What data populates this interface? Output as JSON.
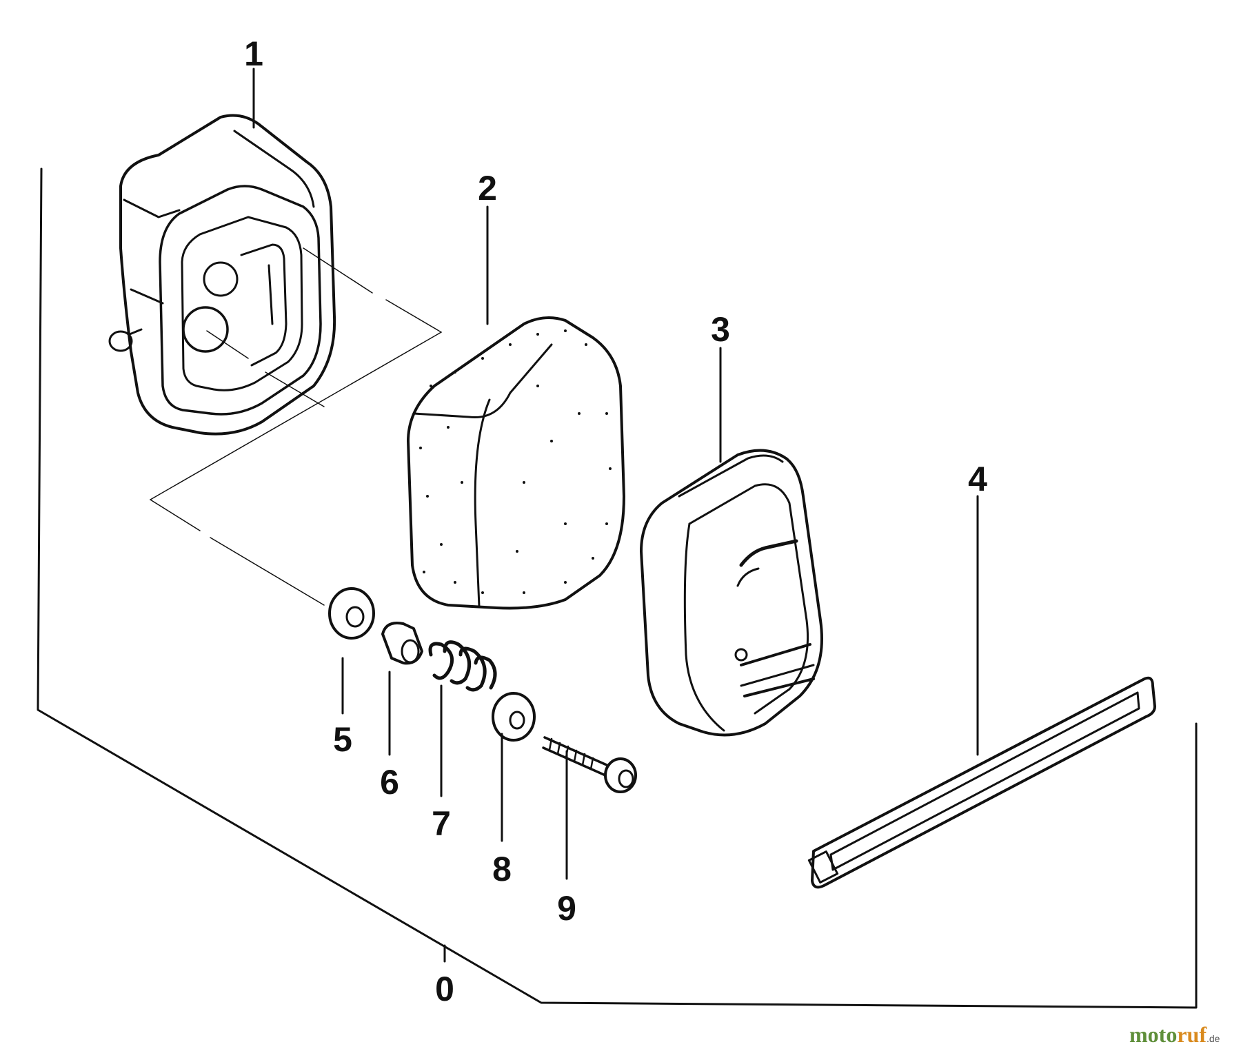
{
  "diagram": {
    "type": "exploded-parts-diagram",
    "callouts": [
      "1",
      "2",
      "3",
      "4",
      "5",
      "6",
      "7",
      "8",
      "9",
      "0"
    ],
    "line_color": "#111111",
    "background": "#ffffff"
  },
  "watermark": {
    "part1": "moto",
    "part2": "ruf",
    "suffix": ".de",
    "color1": "#5f8f3a",
    "color2": "#d98a1e"
  }
}
